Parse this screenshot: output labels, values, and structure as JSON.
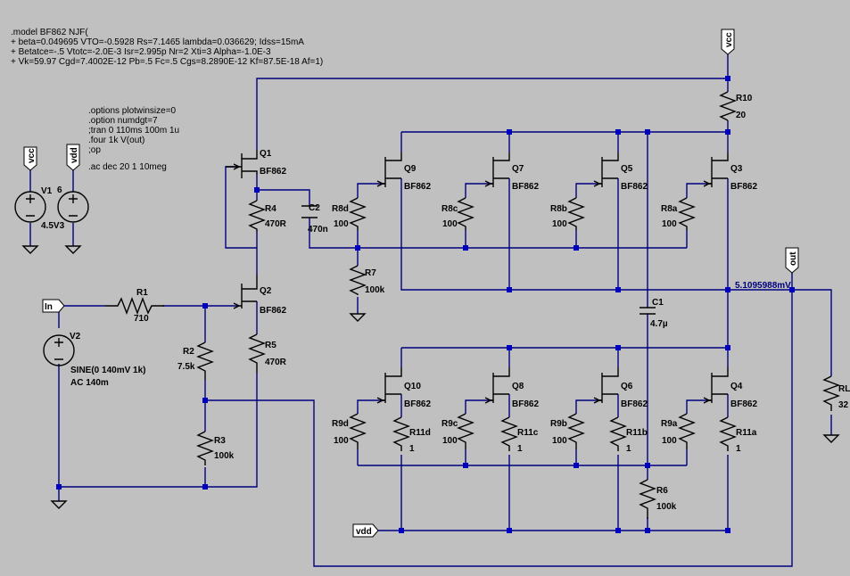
{
  "model": [
    ".model BF862 NJF(",
    "+ beta=0.049695 VTO=-0.5928 Rs=7.1465 lambda=0.036629; Idss=15mA",
    "+ Betatce=-.5 Vtotc=-2.0E-3 Isr=2.995p Nr=2 Xti=3 Alpha=-1.0E-3",
    "+ Vk=59.97 Cgd=7.4002E-12 Pb=.5 Fc=.5 Cgs=8.2890E-12 Kf=87.5E-18 Af=1)"
  ],
  "directives": [
    ".options plotwinsize=0",
    ".option numdgt=7",
    ";tran 0 110ms 100m 1u",
    ".four 1k V(out)",
    ";op",
    ".ac dec 20 1 10meg"
  ],
  "flags": {
    "vcc_left": "vcc",
    "vdd_left": "vdd",
    "vcc_top": "vcc",
    "out": "out",
    "in": "In",
    "vdd_bottom": "vdd"
  },
  "probe": "5.1095988mV",
  "components": {
    "V1": {
      "name": "V1",
      "value": "4.5V3"
    },
    "V6": {
      "name": "6"
    },
    "V2": {
      "name": "V2",
      "value1": "SINE(0 140mV 1k)",
      "value2": "AC 140m"
    },
    "R1": {
      "name": "R1",
      "value": "710"
    },
    "R2": {
      "name": "R2",
      "value": "7.5k"
    },
    "R3": {
      "name": "R3",
      "value": "100k"
    },
    "R4": {
      "name": "R4",
      "value": "470R"
    },
    "R5": {
      "name": "R5",
      "value": "470R"
    },
    "R6": {
      "name": "R6",
      "value": "100k"
    },
    "R7": {
      "name": "R7",
      "value": "100k"
    },
    "R10": {
      "name": "R10",
      "value": "20"
    },
    "RL": {
      "name": "RL",
      "value": "32"
    },
    "C1": {
      "name": "C1",
      "value": "4.7µ"
    },
    "C2": {
      "name": "C2",
      "value": "470n"
    },
    "Q1": {
      "name": "Q1",
      "model": "BF862"
    },
    "Q2": {
      "name": "Q2",
      "model": "BF862"
    },
    "Q3": {
      "name": "Q3",
      "model": "BF862"
    },
    "Q4": {
      "name": "Q4",
      "model": "BF862"
    },
    "Q5": {
      "name": "Q5",
      "model": "BF862"
    },
    "Q6": {
      "name": "Q6",
      "model": "BF862"
    },
    "Q7": {
      "name": "Q7",
      "model": "BF862"
    },
    "Q8": {
      "name": "Q8",
      "model": "BF862"
    },
    "Q9": {
      "name": "Q9",
      "model": "BF862"
    },
    "Q10": {
      "name": "Q10",
      "model": "BF862"
    },
    "R8a": {
      "name": "R8a",
      "value": "100"
    },
    "R8b": {
      "name": "R8b",
      "value": "100"
    },
    "R8c": {
      "name": "R8c",
      "value": "100"
    },
    "R8d": {
      "name": "R8d",
      "value": "100"
    },
    "R9a": {
      "name": "R9a",
      "value": "100"
    },
    "R9b": {
      "name": "R9b",
      "value": "100"
    },
    "R9c": {
      "name": "R9c",
      "value": "100"
    },
    "R9d": {
      "name": "R9d",
      "value": "100"
    },
    "R11a": {
      "name": "R11a",
      "value": "1"
    },
    "R11b": {
      "name": "R11b",
      "value": "1"
    },
    "R11c": {
      "name": "R11c",
      "value": "1"
    },
    "R11d": {
      "name": "R11d",
      "value": "1"
    }
  },
  "colors": {
    "background": "#c0c0c0",
    "wire": "#000080",
    "junction": "#0000c0",
    "component": "#000000",
    "text": "#000000"
  }
}
